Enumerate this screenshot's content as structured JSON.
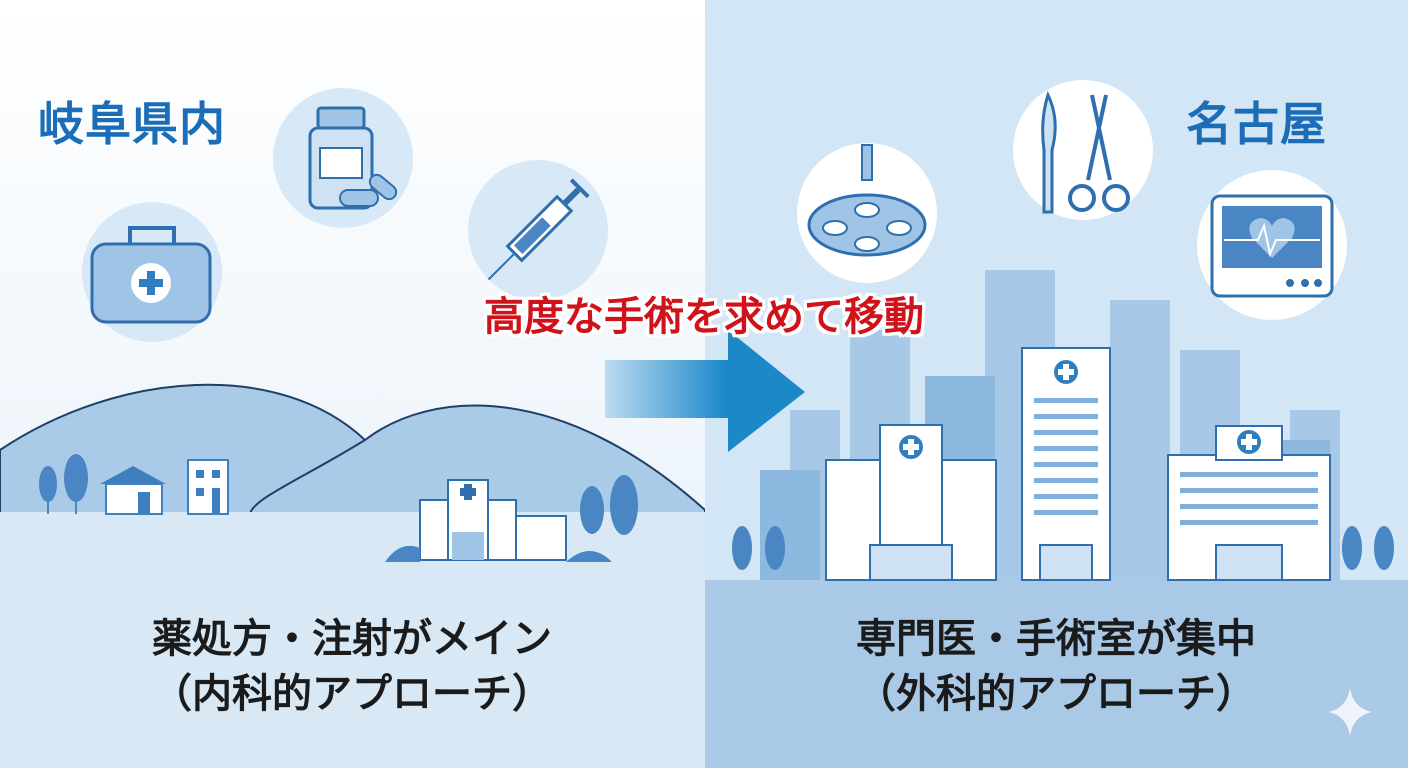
{
  "left": {
    "region": "岐阜県内",
    "caption_line1": "薬処方・注射がメイン",
    "caption_line2": "（内科的アプローチ）",
    "icons": [
      "medical-bag-icon",
      "pill-bottle-icon",
      "syringe-icon"
    ]
  },
  "right": {
    "region": "名古屋",
    "caption_line1": "専門医・手術室が集中",
    "caption_line2": "（外科的アプローチ）",
    "icons": [
      "surgical-lamp-icon",
      "scalpel-scissors-icon",
      "heart-monitor-icon"
    ]
  },
  "headline": "高度な手術を求めて移動",
  "colors": {
    "accent": "#1a6db6",
    "headline": "#d0121a",
    "arrow": "#1c88c8",
    "left_bg": "#ffffff",
    "right_bg": "#d3e6f5"
  }
}
